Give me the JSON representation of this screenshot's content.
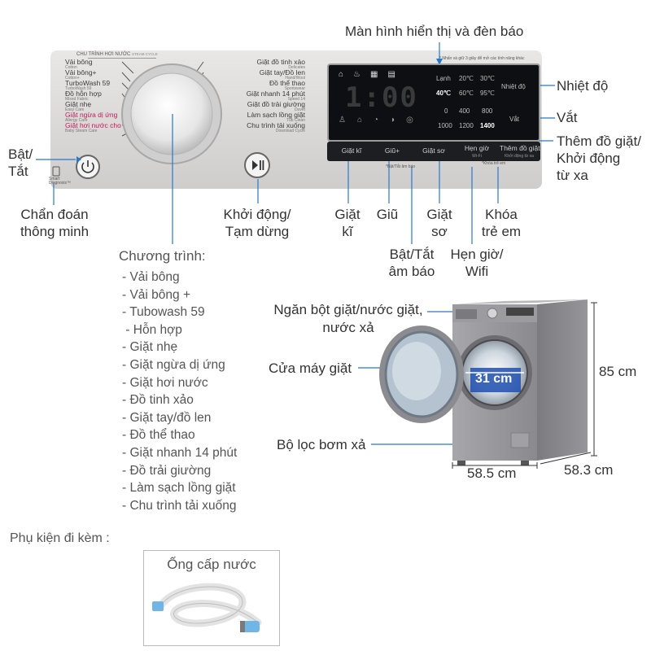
{
  "panel": {
    "header": "CHU TRÌNH HƠI NƯỚC",
    "header_sub": "STEAM CYCLE",
    "left_programs": [
      {
        "name": "Vải bông",
        "sub": "Cotton"
      },
      {
        "name": "Vải bông+",
        "sub": "Cotton+"
      },
      {
        "name": "TurboWash 59",
        "sub": "TurboWash 59"
      },
      {
        "name": "Đồ hỗn hợp",
        "sub": "Mixed Fabric"
      },
      {
        "name": "Giặt nhẹ",
        "sub": "Easy Care"
      },
      {
        "name": "Giặt ngừa dị ứng",
        "sub": "Allergy Care"
      },
      {
        "name": "Giặt hơi nước cho đồ trẻ em",
        "sub": "Baby Steam Care"
      }
    ],
    "right_programs": [
      {
        "name": "Giặt đồ tinh xảo",
        "sub": "Delicates"
      },
      {
        "name": "Giặt tay/Đồ len",
        "sub": "Hand/Wool"
      },
      {
        "name": "Đồ thể thao",
        "sub": "Sportswear"
      },
      {
        "name": "Giặt nhanh 14 phút",
        "sub": "Speed 14"
      },
      {
        "name": "Giặt đồ trải giường",
        "sub": "Duvet"
      },
      {
        "name": "Làm sạch lồng giặt",
        "sub": "Tub Clean"
      },
      {
        "name": "Chu trình tải xuống",
        "sub": "Download Cycle"
      }
    ],
    "smart_diagnosis": "Smart Diagnosis™",
    "notice": "* Nhấn và giữ 3 giây để mở các tính năng khác",
    "display": {
      "digits": "1:00",
      "temps": [
        "Lạnh",
        "20℃",
        "30℃",
        "40℃",
        "60℃",
        "95℃"
      ],
      "spins": [
        "0",
        "400",
        "800",
        "1000",
        "1200",
        "1400"
      ],
      "temp_active": "40℃",
      "spin_active": "1400",
      "side_temp": "Nhiệt độ",
      "side_spin": "Vắt"
    },
    "buttons": [
      {
        "label": "Giặt kĩ",
        "sub": ""
      },
      {
        "label": "Giũ+",
        "sub": ""
      },
      {
        "label": "Giặt sơ",
        "sub": ""
      },
      {
        "label": "Hẹn giờ",
        "sub": "Wi-Fi"
      },
      {
        "label": "Thêm đồ giặt",
        "sub": "Khởi động từ xa"
      }
    ],
    "under_buttons_1": "*Bật/Tắt âm báo",
    "under_buttons_2": "*Khóa trẻ em"
  },
  "callouts": {
    "display": "Màn hình hiển thị và đèn báo",
    "temperature": "Nhiệt độ",
    "spin": "Vắt",
    "add_item": "Thêm đồ giặt/\nKhởi động\ntừ xa",
    "power": "Bật/\nTắt",
    "smart": "Chẩn đoán\nthông minh",
    "start_pause": "Khởi động/\nTạm dừng",
    "intensive": "Giặt\nkĩ",
    "rinse": "Giũ",
    "prewash": "Giặt\nsơ",
    "child_lock": "Khóa\ntrẻ em",
    "beep": "Bật/Tắt\nâm báo",
    "timer": "Hẹn giờ/\nWifi",
    "programs_title": "Chương trình:",
    "detergent": "Ngăn bột giặt/nước giặt,\nnước xả",
    "door": "Cửa máy giặt",
    "filter": "Bộ lọc bơm xả"
  },
  "programs_list": [
    "- Vải bông",
    "- Vải bông +",
    "- Tubowash 59",
    " - Hỗn hợp",
    "- Giặt nhẹ",
    "- Giặt ngừa dị ứng",
    "- Giặt hơi nước",
    "- Đồ tinh xảo",
    "- Giặt tay/đồ len",
    "- Đồ thể thao",
    "- Giặt nhanh 14 phút",
    "- Đồ trải giường",
    "- Làm sạch lồng giặt",
    "- Chu trình tải xuống"
  ],
  "dimensions": {
    "door_diameter": "31 cm",
    "height": "85 cm",
    "width": "58.5 cm",
    "depth": "58.3 cm"
  },
  "accessories": {
    "title": "Phụ kiện đi kèm :",
    "item": "Ống cấp nước"
  },
  "colors": {
    "line_blue": "#2a78c8",
    "machine_gray": "#8f8f93",
    "dimension_blue": "#1f4fb0"
  }
}
